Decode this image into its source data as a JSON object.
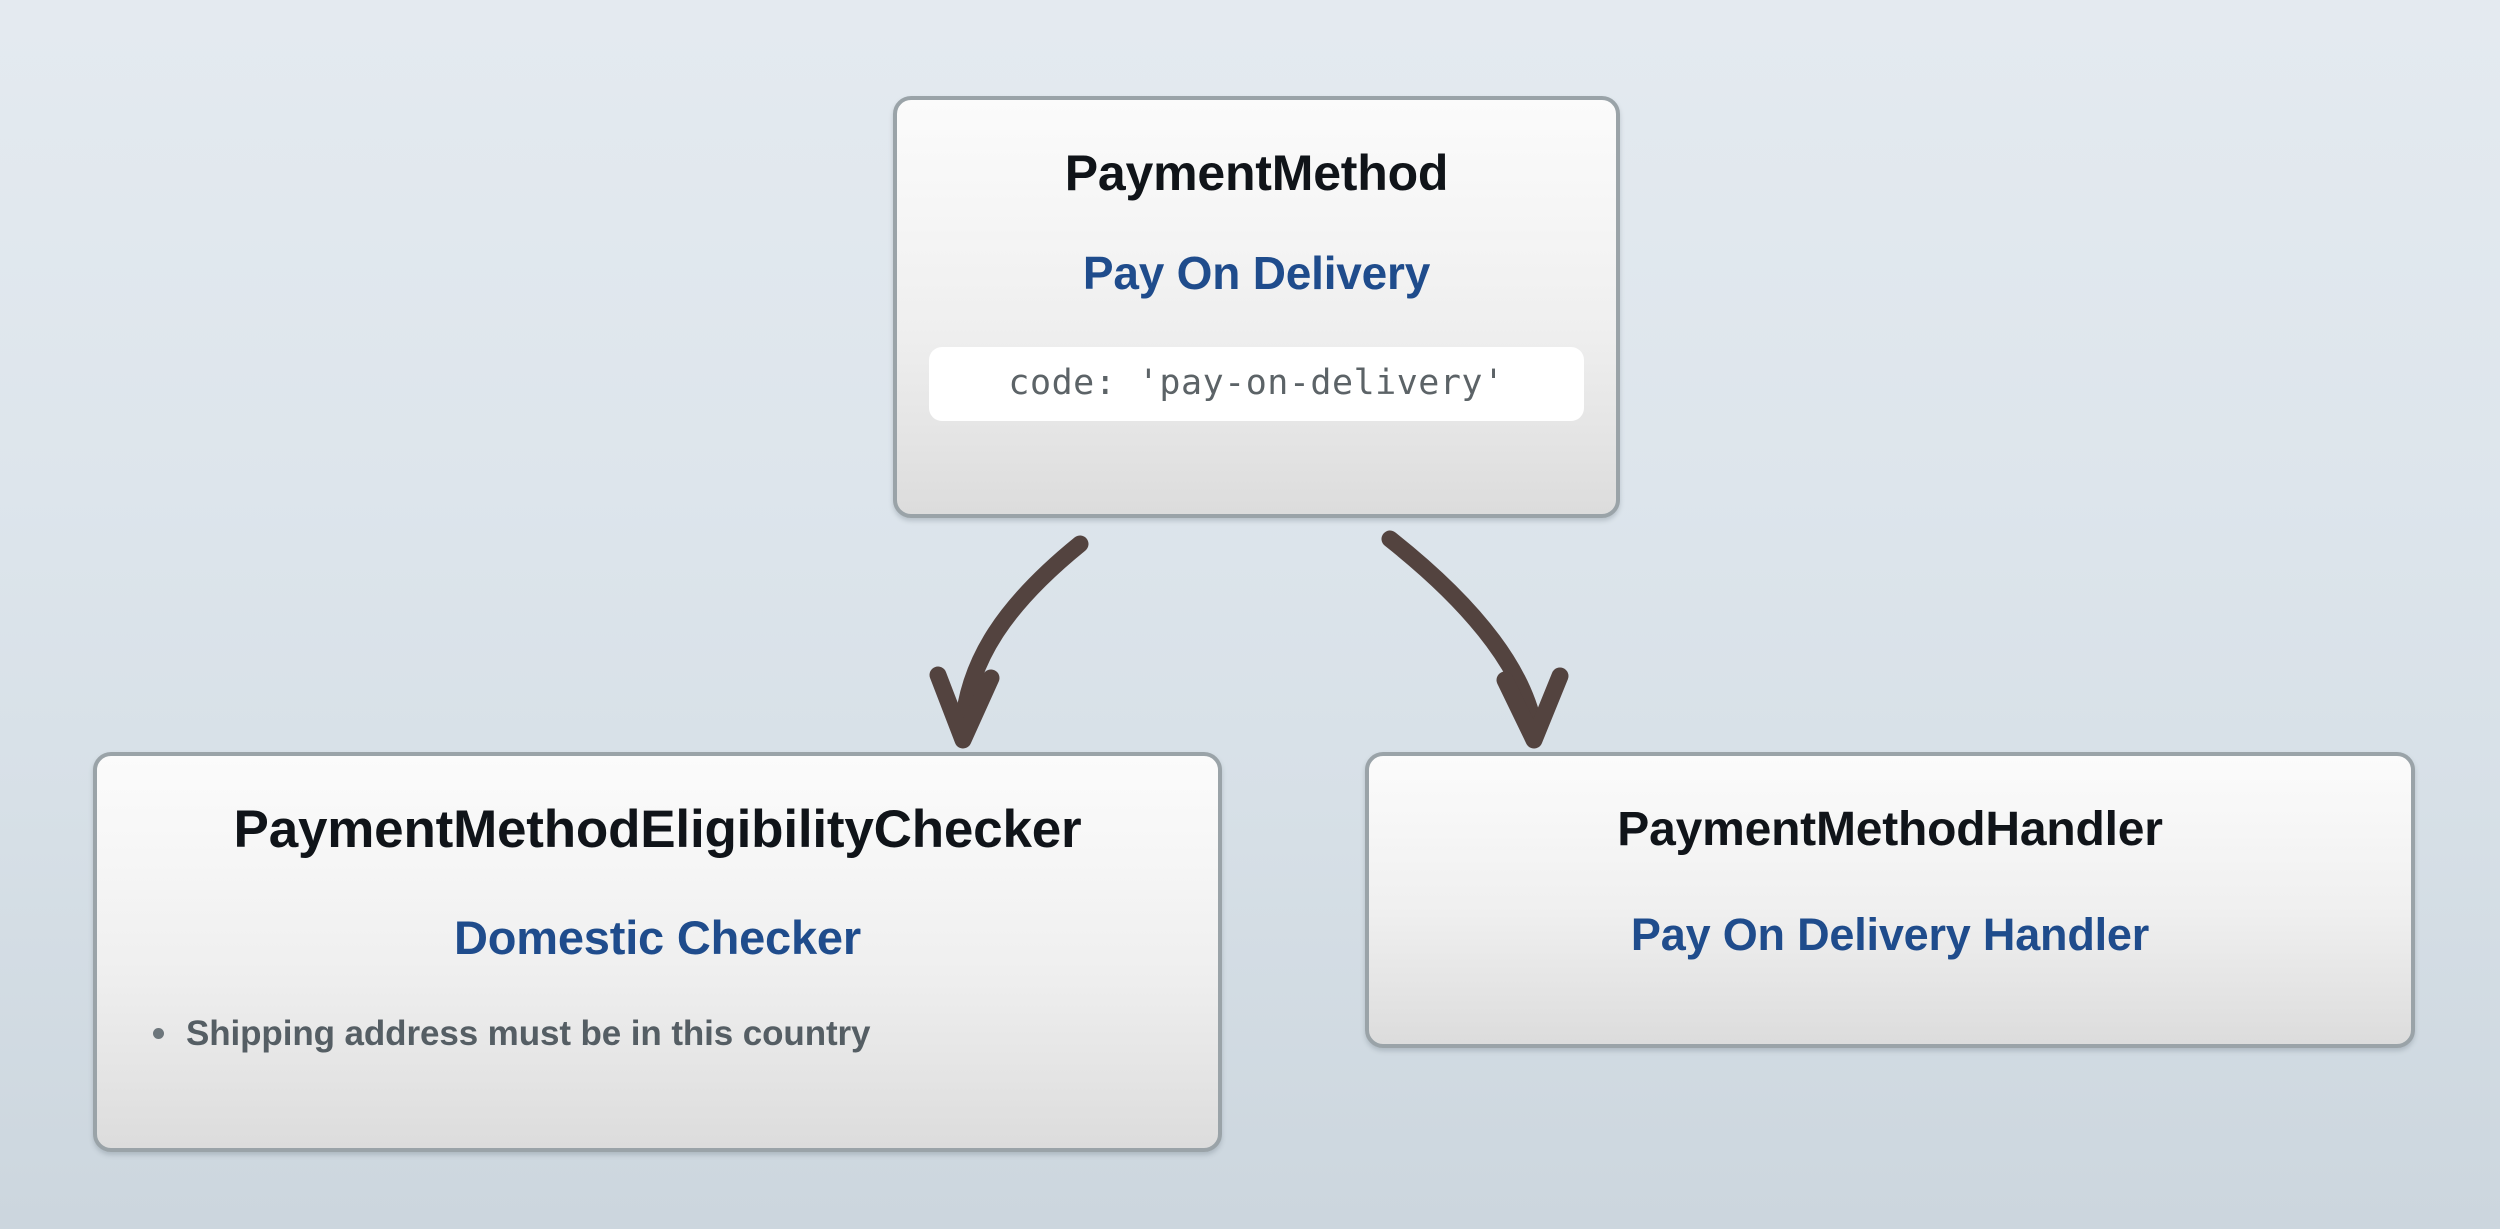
{
  "diagram": {
    "accent_blue": "#1f4c8c",
    "title_color": "#101419",
    "muted_text_color": "#555e64",
    "card_border_color": "#9aa3a8",
    "arrow_color": "#53433f",
    "background_top_color": "#e4eaf0",
    "background_bottom_color": "#ccd6de",
    "nodes": {
      "root": {
        "type_label": "PaymentMethod",
        "name_label": "Pay On Delivery",
        "code_line": "code: 'pay-on-delivery'"
      },
      "eligibility_checker": {
        "type_label": "PaymentMethodEligibilityChecker",
        "name_label": "Domestic Checker",
        "bullets": [
          "Shipping address must be in this country"
        ]
      },
      "handler": {
        "type_label": "PaymentMethodHandler",
        "name_label": "Pay On Delivery Handler"
      }
    }
  }
}
